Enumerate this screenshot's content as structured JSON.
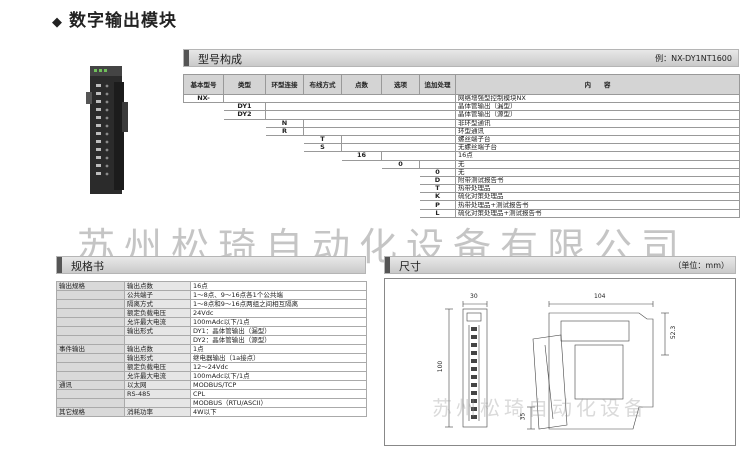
{
  "page": {
    "title": "数字输出模块"
  },
  "model_section": {
    "header": "型号构成",
    "example": "例：NX-DY1NT1600",
    "columns": [
      "基本型号",
      "类型",
      "环型连接",
      "布线方式",
      "点数",
      "选项",
      "追加处理",
      "内　　容"
    ],
    "rows": [
      {
        "code": "NX-",
        "col": 0,
        "desc": "网络增强型控制模块NX"
      },
      {
        "code": "DY1",
        "col": 1,
        "desc": "晶体管输出（漏型）"
      },
      {
        "code": "DY2",
        "col": 1,
        "desc": "晶体管输出（源型）"
      },
      {
        "code": "N",
        "col": 2,
        "desc": "非环型通讯"
      },
      {
        "code": "R",
        "col": 2,
        "desc": "环型通讯"
      },
      {
        "code": "T",
        "col": 3,
        "desc": "螺丝端子台"
      },
      {
        "code": "S",
        "col": 3,
        "desc": "无螺丝端子台"
      },
      {
        "code": "16",
        "col": 4,
        "desc": "16点"
      },
      {
        "code": "0",
        "col": 5,
        "desc": "无"
      },
      {
        "code": "0",
        "col": 6,
        "desc": "无"
      },
      {
        "code": "D",
        "col": 6,
        "desc": "附带测试报告书"
      },
      {
        "code": "T",
        "col": 6,
        "desc": "热带处理品"
      },
      {
        "code": "K",
        "col": 6,
        "desc": "硫化对策处理品"
      },
      {
        "code": "P",
        "col": 6,
        "desc": "热带处理品+测试报告书"
      },
      {
        "code": "L",
        "col": 6,
        "desc": "硫化对策处理品+测试报告书"
      }
    ]
  },
  "spec_section": {
    "header": "规格书",
    "rows": [
      {
        "cat": "输出规格",
        "item": "输出点数",
        "value": "16点"
      },
      {
        "cat": "",
        "item": "公共端子",
        "value": "1～8点、9～16点各1个公共端"
      },
      {
        "cat": "",
        "item": "隔离方式",
        "value": "1～8点和9～16点两组之间相互隔离"
      },
      {
        "cat": "",
        "item": "额定负载电压",
        "value": "24Vdc"
      },
      {
        "cat": "",
        "item": "允许最大电流",
        "value": "100mAdc以下/1点"
      },
      {
        "cat": "",
        "item": "输出形式",
        "value": "DY1：晶体管输出（漏型）"
      },
      {
        "cat": "",
        "item": "",
        "value": "DY2：晶体管输出（源型）"
      },
      {
        "cat": "事件输出",
        "item": "输出点数",
        "value": "1点"
      },
      {
        "cat": "",
        "item": "输出形式",
        "value": "继电器输出（1a接点）"
      },
      {
        "cat": "",
        "item": "额定负载电压",
        "value": "12～24Vdc"
      },
      {
        "cat": "",
        "item": "允许最大电流",
        "value": "100mAdc以下/1点"
      },
      {
        "cat": "通讯",
        "item": "以太网",
        "value": "MODBUS/TCP"
      },
      {
        "cat": "",
        "item": "RS-485",
        "value": "CPL"
      },
      {
        "cat": "",
        "item": "",
        "value": "MODBUS（RTU/ASCII）"
      },
      {
        "cat": "其它规格",
        "item": "消耗功率",
        "value": "4W以下"
      }
    ]
  },
  "dim_section": {
    "header": "尺寸",
    "unit": "（单位：mm）",
    "labels": {
      "width": "30",
      "depth": "104",
      "height": "100",
      "top_offset": "52.3",
      "bottom_offset": "35"
    }
  },
  "watermark": {
    "main": "苏州松琦自动化设备有限公司",
    "sub": "苏州松琦自动化设备"
  }
}
